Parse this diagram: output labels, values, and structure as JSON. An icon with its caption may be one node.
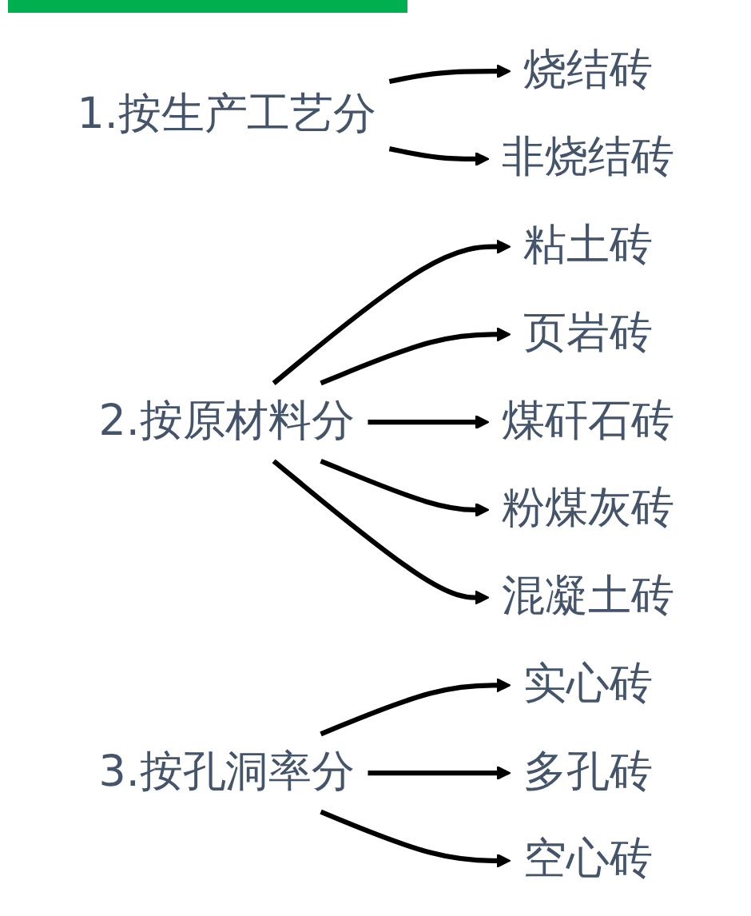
{
  "diagram": {
    "nodes": [
      {
        "text": [
          "1.按生产工艺分"
        ]
      },
      {
        "text": [
          "烧结砖"
        ]
      },
      {
        "text": [
          "非烧结砖"
        ]
      },
      {
        "text": [
          "2.按原材料分"
        ]
      },
      {
        "text": [
          "粘土砖"
        ]
      },
      {
        "text": [
          "页岩砖"
        ]
      },
      {
        "text": [
          "煤矸石砖"
        ]
      },
      {
        "text": [
          "粉煤灰砖"
        ]
      },
      {
        "text": [
          "混凝土砖"
        ]
      },
      {
        "text": [
          "3.按孔洞率分"
        ]
      },
      {
        "text": [
          "实心砖"
        ]
      },
      {
        "text": [
          "多孔砖"
        ]
      },
      {
        "text": [
          "空心砖"
        ]
      }
    ],
    "edges": [
      {
        "from": 0,
        "to": 1,
        "arrow": "to"
      },
      {
        "from": 0,
        "to": 2,
        "arrow": "to"
      },
      {
        "from": 3,
        "to": 4,
        "arrow": "to"
      },
      {
        "from": 3,
        "to": 5,
        "arrow": "to"
      },
      {
        "from": 3,
        "to": 6,
        "arrow": "to"
      },
      {
        "from": 3,
        "to": 7,
        "arrow": "to"
      },
      {
        "from": 3,
        "to": 8,
        "arrow": "to"
      },
      {
        "from": 9,
        "to": 10,
        "arrow": "to"
      },
      {
        "from": 9,
        "to": 11,
        "arrow": "to"
      },
      {
        "from": 9,
        "to": 12,
        "arrow": "to"
      }
    ]
  }
}
